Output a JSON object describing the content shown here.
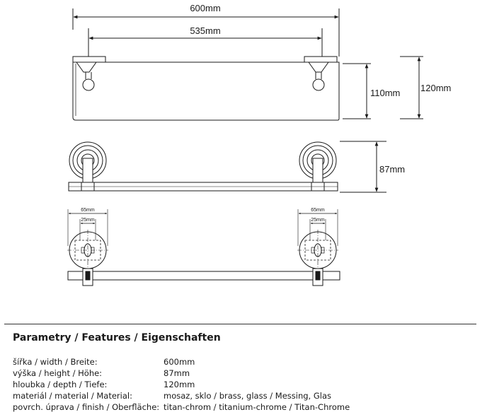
{
  "dimensions": {
    "overall_width": "600mm",
    "bracket_spacing": "535mm",
    "glass_height": "110mm",
    "total_height": "120mm",
    "front_height": "87mm",
    "rosette_left": "65mm",
    "slot_left": "25mm",
    "rosette_right": "65mm",
    "slot_right": "25mm"
  },
  "features": {
    "heading": "Parametry / Features / Eigenschaften",
    "rows": [
      {
        "label": "šířka / width / Breite:",
        "value": "600mm"
      },
      {
        "label": "výška / height / Höhe:",
        "value": "87mm"
      },
      {
        "label": "hloubka / depth / Tiefe:",
        "value": "120mm"
      },
      {
        "label": "materiál / material / Material:",
        "value": "mosaz, sklo / brass, glass / Messing, Glas"
      },
      {
        "label": "povrch. úprava / finish / Oberfläche:",
        "value": "titan-chrom / titanium-chrome / Titan-Chrome"
      }
    ]
  }
}
